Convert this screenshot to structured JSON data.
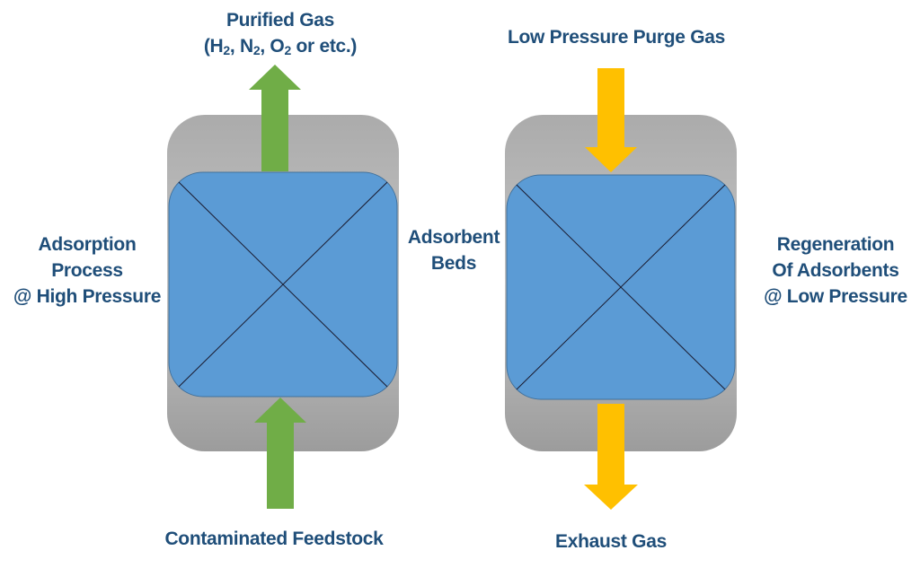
{
  "labels": {
    "purified_gas": "Purified Gas",
    "purified_gas_formula": {
      "open": "(H",
      "sub1": "2",
      "mid1": ", N",
      "sub2": "2",
      "mid2": ", O",
      "sub3": "2",
      "close": " or etc.)"
    },
    "low_pressure_purge_gas": "Low Pressure Purge Gas",
    "adsorption_process": [
      "Adsorption",
      "Process",
      "@ High Pressure"
    ],
    "adsorbent_beds": [
      "Adsorbent",
      "Beds"
    ],
    "regeneration": [
      "Regeneration",
      "Of Adsorbents",
      "@ Low Pressure"
    ],
    "contaminated_feedstock": "Contaminated Feedstock",
    "exhaust_gas": "Exhaust Gas"
  },
  "colors": {
    "vessel_shell": "#a9a9a9",
    "adsorbent_bed": "#5b9bd5",
    "bed_border": "#41719c",
    "adsorption_arrow": "#70ad47",
    "regeneration_arrow": "#ffc000",
    "label_text": "#1f4e79"
  }
}
